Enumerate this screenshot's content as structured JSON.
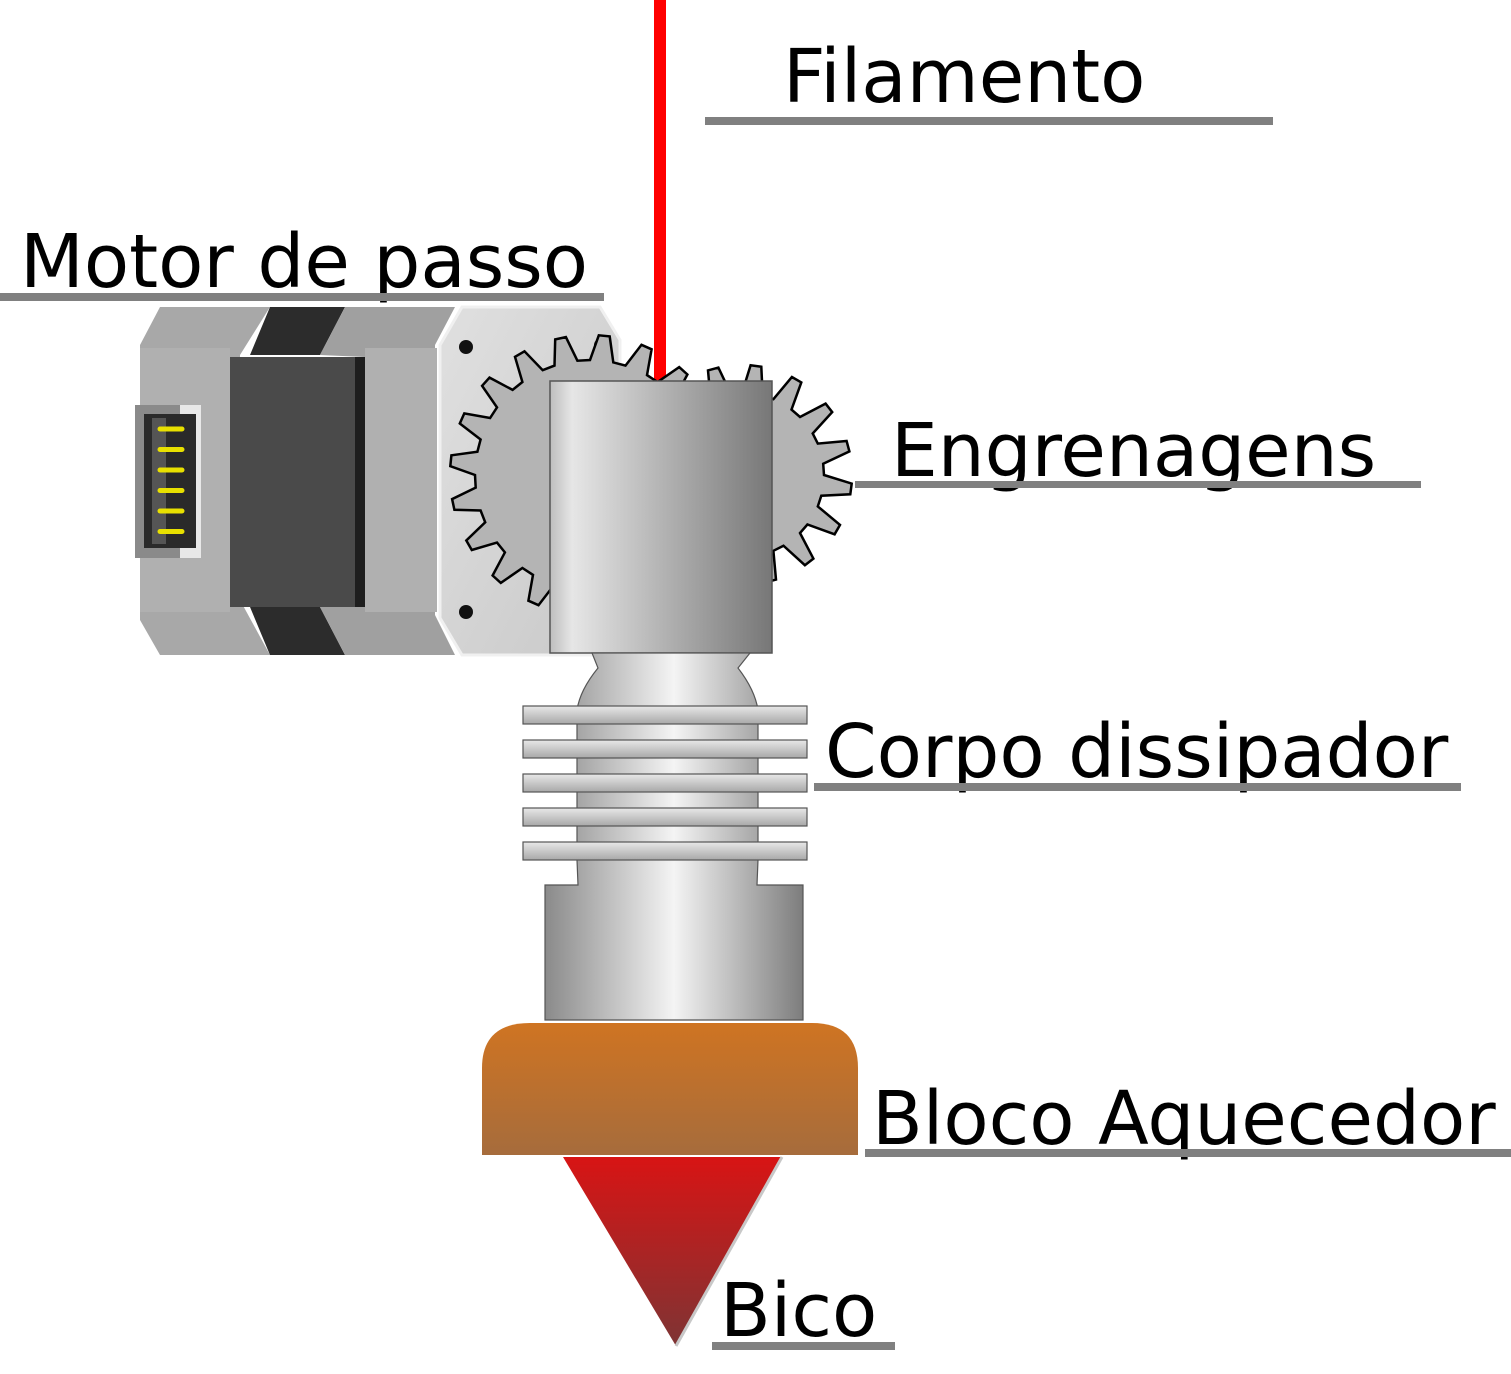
{
  "title": "Extrusora de impressora 3D",
  "labels": {
    "filament": "Filamento",
    "stepper_motor": "Motor de passo",
    "gears": "Engrenagens",
    "heatsink": "Corpo dissipador",
    "heater_block": "Bloco Aquecedor",
    "nozzle": "Bico"
  },
  "colors": {
    "filament": "#ff0000",
    "heater_block_top": "#cf7422",
    "heater_block_bottom": "#a66c3c",
    "nozzle_top": "#d81414",
    "nozzle_bottom": "#7e3434",
    "connector_pins": "#e8e000",
    "leader_line": "#808080"
  },
  "connector_pin_count": 6,
  "heatsink_fin_count": 5
}
